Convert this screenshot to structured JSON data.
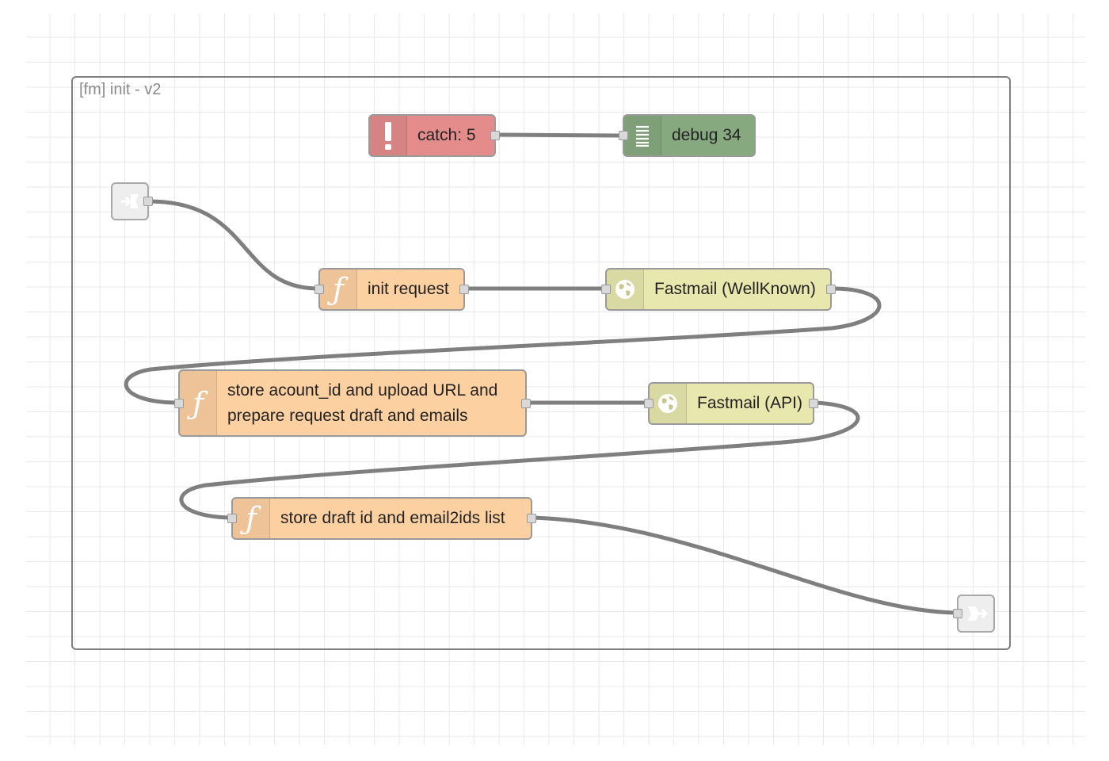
{
  "group": {
    "label": "[fm] init - v2"
  },
  "colors": {
    "catch": "#e48c8c",
    "debug": "#87a980",
    "function": "#fdd0a2",
    "http": "#e7e7ae",
    "link": "#eeeeee",
    "wire": "#7f7f7f"
  },
  "nodes": {
    "catch": {
      "label": "catch: 5",
      "icon": "alert-icon"
    },
    "debug": {
      "label": "debug 34",
      "icon": "debug-list-icon"
    },
    "init_request": {
      "label": "init request",
      "icon": "function-icon"
    },
    "fastmail_wellknown": {
      "label": "Fastmail (WellKnown)",
      "icon": "globe-icon"
    },
    "store_account": {
      "label_line1": "store acount_id and upload URL and",
      "label_line2": "prepare request draft and emails",
      "icon": "function-icon"
    },
    "fastmail_api": {
      "label": "Fastmail (API)",
      "icon": "globe-icon"
    },
    "store_draft": {
      "label": "store draft id and email2ids list",
      "icon": "function-icon"
    },
    "link_in": {
      "icon": "link-in-icon"
    },
    "link_out": {
      "icon": "link-out-icon"
    }
  }
}
